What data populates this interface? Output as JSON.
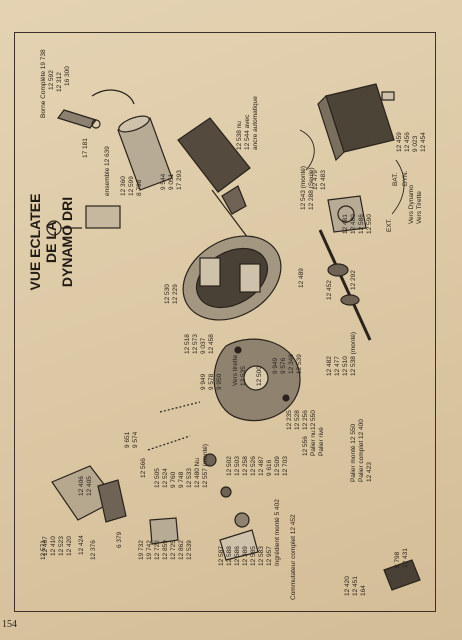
{
  "page_number": "154",
  "title": [
    "VUE ECLATEE",
    "DE LA",
    "DYNAMO DRI"
  ],
  "labels": [
    "Borne Complète 19 738",
    "12 592",
    "12 312",
    "16 300",
    "17 181",
    "ensemble 12 639",
    "12 360",
    "12 599",
    "8 798",
    "12 538 nu",
    "12 544 avec",
    "ancre automatique",
    "9 544",
    "9 051",
    "17 293",
    "12 543 (monté)",
    "12 288 (Seule)",
    "12 479",
    "12 483",
    "12 481",
    "12 480",
    "12 586",
    "12 590",
    "EXT.",
    "BAT.",
    "DYN.",
    "12 459",
    "12 456",
    "9 023",
    "12 454",
    "Vers Dynamo",
    "Vers Tirette",
    "12 530",
    "12 229",
    "12 518",
    "12 573",
    "9 037",
    "12 458",
    "9 949",
    "9 578",
    "9 950",
    "Vers tirette",
    "12 535",
    "12 500",
    "9 651",
    "9 574",
    "9 949",
    "9 576",
    "12 348",
    "12 539",
    "12 482",
    "12 477",
    "12 510",
    "12 538 (monté)",
    "12 489",
    "12 452",
    "12 292",
    "12 235",
    "12 528",
    "12 256",
    "12 550",
    "12 556",
    "Palier nu",
    "Palier rivé",
    "Palier monté 12 550",
    "Palier complet 12 400",
    "12 423",
    "12 571",
    "12 406",
    "12 405",
    "12 407",
    "12 410",
    "12 523",
    "12 420",
    "12 424",
    "12 376",
    "6 379",
    "12 566",
    "12 505",
    "12 524",
    "9 760",
    "9 748",
    "12 533",
    "12 480 Nu",
    "12 557 (monté)",
    "12 502",
    "12 503",
    "12 258",
    "12 526",
    "12 487",
    "9 616",
    "12 509",
    "12 703",
    "19 732",
    "19 742",
    "12 722",
    "12 859",
    "12 725",
    "12 862",
    "12 539",
    "12 587",
    "12 588",
    "12 586",
    "12 389",
    "12 585",
    "12 583",
    "12 957",
    "Ingrédient monté 5 402",
    "Commutateur complet 12 452",
    "12 420",
    "12 451",
    "164",
    "8 798",
    "12 431"
  ]
}
